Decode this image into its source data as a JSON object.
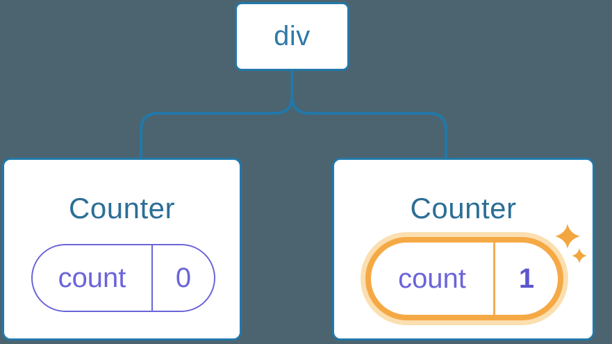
{
  "diagram": {
    "description": "React component tree diagram showing state preserved per position",
    "root": {
      "label": "div"
    },
    "children": [
      {
        "title": "Counter",
        "state_name": "count",
        "state_value": "0",
        "highlighted": false
      },
      {
        "title": "Counter",
        "state_name": "count",
        "state_value": "1",
        "highlighted": true
      }
    ]
  },
  "icons": {
    "sparkle": "four-point-star sparkle indicating updated state"
  },
  "colors": {
    "background": "#4C646F",
    "line_blue": "#2278AA",
    "node_text_blue": "#2F79A9",
    "title_blue": "#2C6E96",
    "state_purple": "#6A64D9",
    "state_value_bold_purple": "#5B55CE",
    "highlight_orange": "#F5A945",
    "highlight_glow": "#FBDFB0",
    "sparkle_orange": "#F2A63F",
    "card_background": "#FFFFFF"
  }
}
